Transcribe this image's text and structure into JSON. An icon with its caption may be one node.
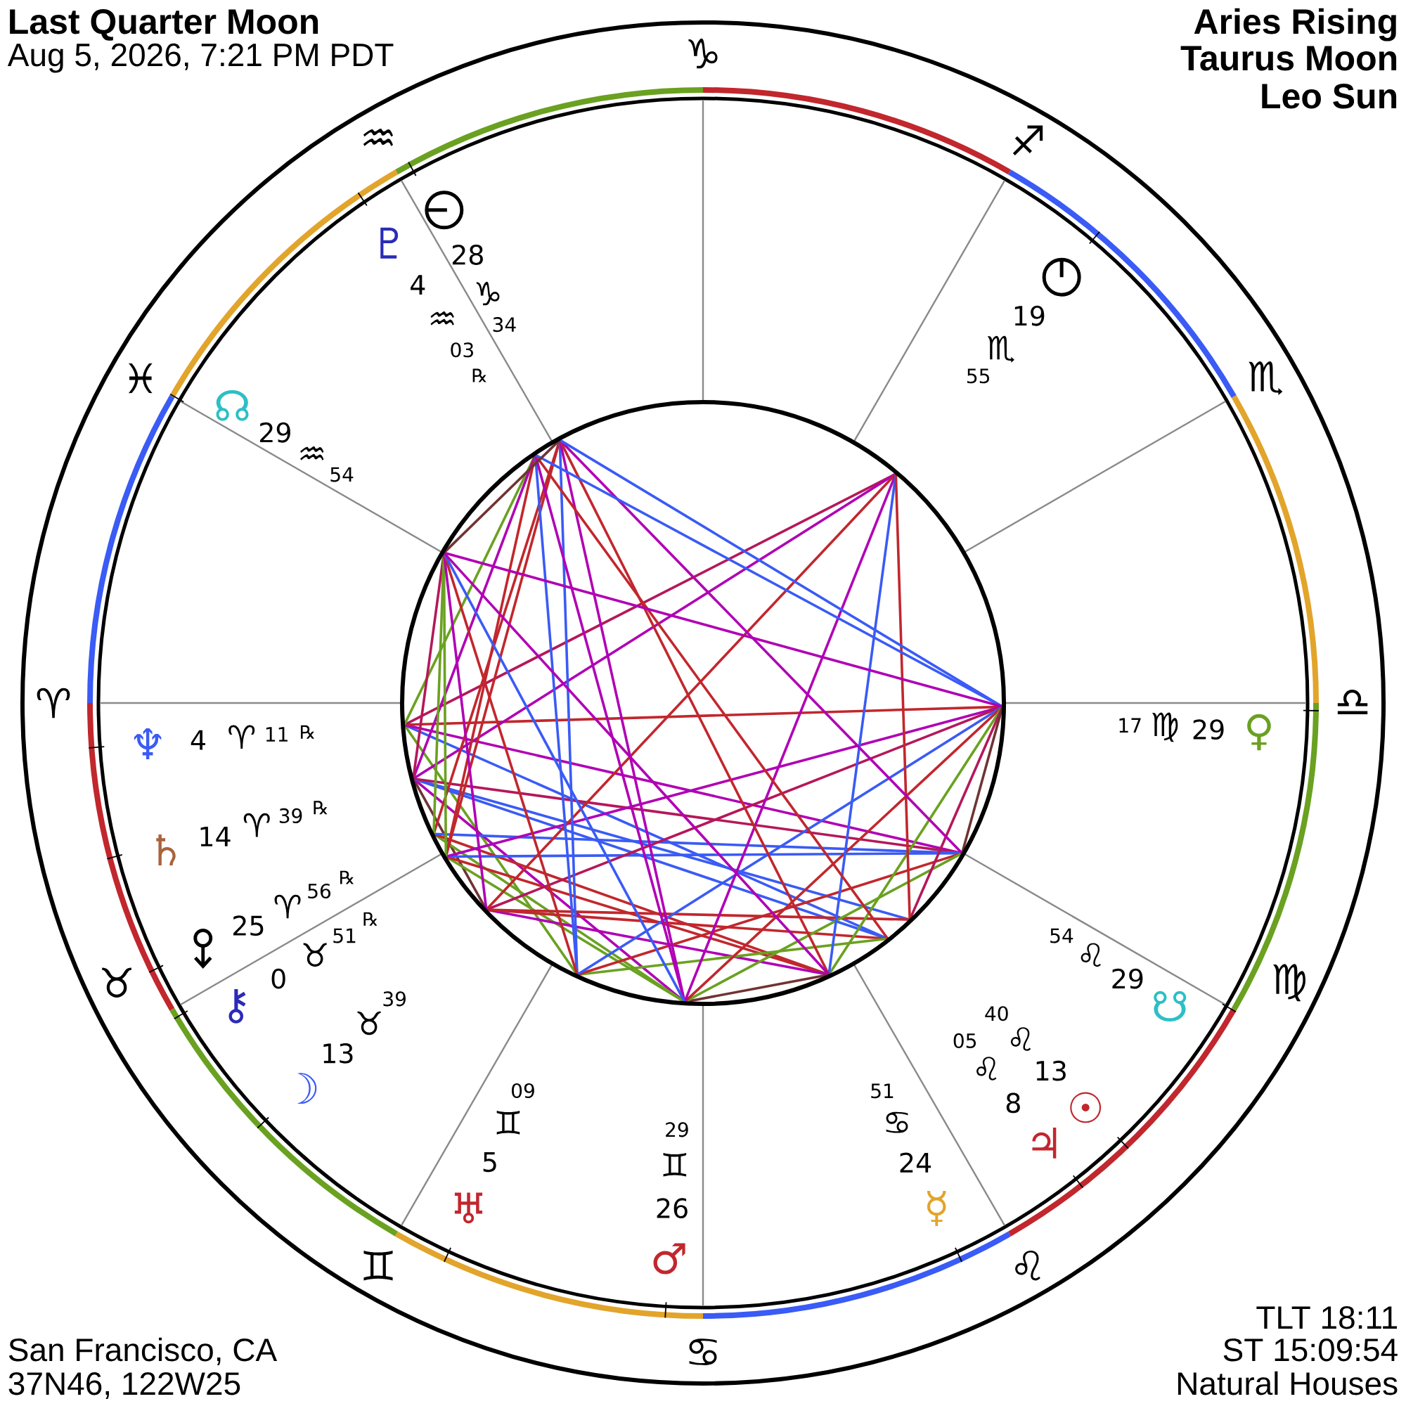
{
  "diagram": {
    "title": "Last Quarter Moon",
    "labels": [
      "Aug 5, 2026, 7:21 PM PDT",
      "Aries Rising",
      "Taurus Moon",
      "Leo Sun",
      "♈",
      "♉",
      "♊",
      "♋",
      "♌",
      "♍",
      "♎",
      "♏",
      "♐",
      "♑",
      "♒",
      "♓",
      "♆",
      "4",
      "♈",
      "11",
      "℞",
      "♄",
      "14",
      "♈",
      "39",
      "℞",
      "25",
      "♈",
      "56",
      "℞",
      "⚷",
      "0",
      "♉",
      "51",
      "℞",
      "☽",
      "13",
      "♉",
      "39",
      "♅",
      "5",
      "♊",
      "09",
      "♂",
      "26",
      "♊",
      "29",
      "☿",
      "24",
      "♋",
      "51",
      "♃",
      "8",
      "♌",
      "05",
      "☉",
      "13",
      "♌",
      "40",
      "☋",
      "29",
      "♌",
      "54",
      "♀",
      "29",
      "♍",
      "17",
      "19",
      "♏",
      "55",
      "28",
      "♑",
      "34",
      "♇",
      "4",
      "♒",
      "03",
      "℞",
      "☊",
      "29",
      "♒",
      "54",
      "San Francisco, CA",
      "37N46, 122W25",
      "TLT 18:11",
      "ST 15:09:54",
      "Natural Houses"
    ]
  }
}
